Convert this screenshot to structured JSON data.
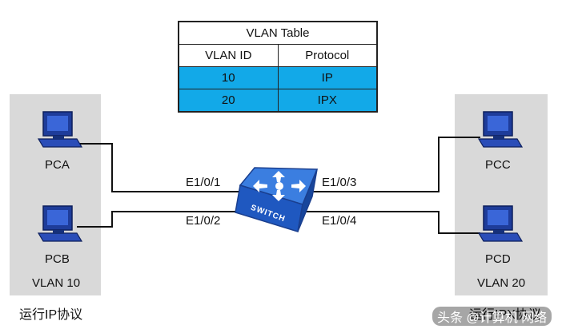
{
  "vlan_table": {
    "title": "VLAN Table",
    "headers": [
      "VLAN ID",
      "Protocol"
    ],
    "rows": [
      [
        "10",
        "IP"
      ],
      [
        "20",
        "IPX"
      ]
    ],
    "row_color": "#12a9e8"
  },
  "left_group": {
    "pcs": [
      "PCA",
      "PCB"
    ],
    "vlan": "VLAN 10",
    "caption": "运行IP协议"
  },
  "right_group": {
    "pcs": [
      "PCC",
      "PCD"
    ],
    "vlan": "VLAN 20",
    "caption": "运行IPX协议"
  },
  "switch": {
    "label": "SWITCH",
    "color": "#2f6fd6",
    "ports": [
      "E1/0/1",
      "E1/0/2",
      "E1/0/3",
      "E1/0/4"
    ]
  },
  "watermark": "头条 @计算机 网络"
}
